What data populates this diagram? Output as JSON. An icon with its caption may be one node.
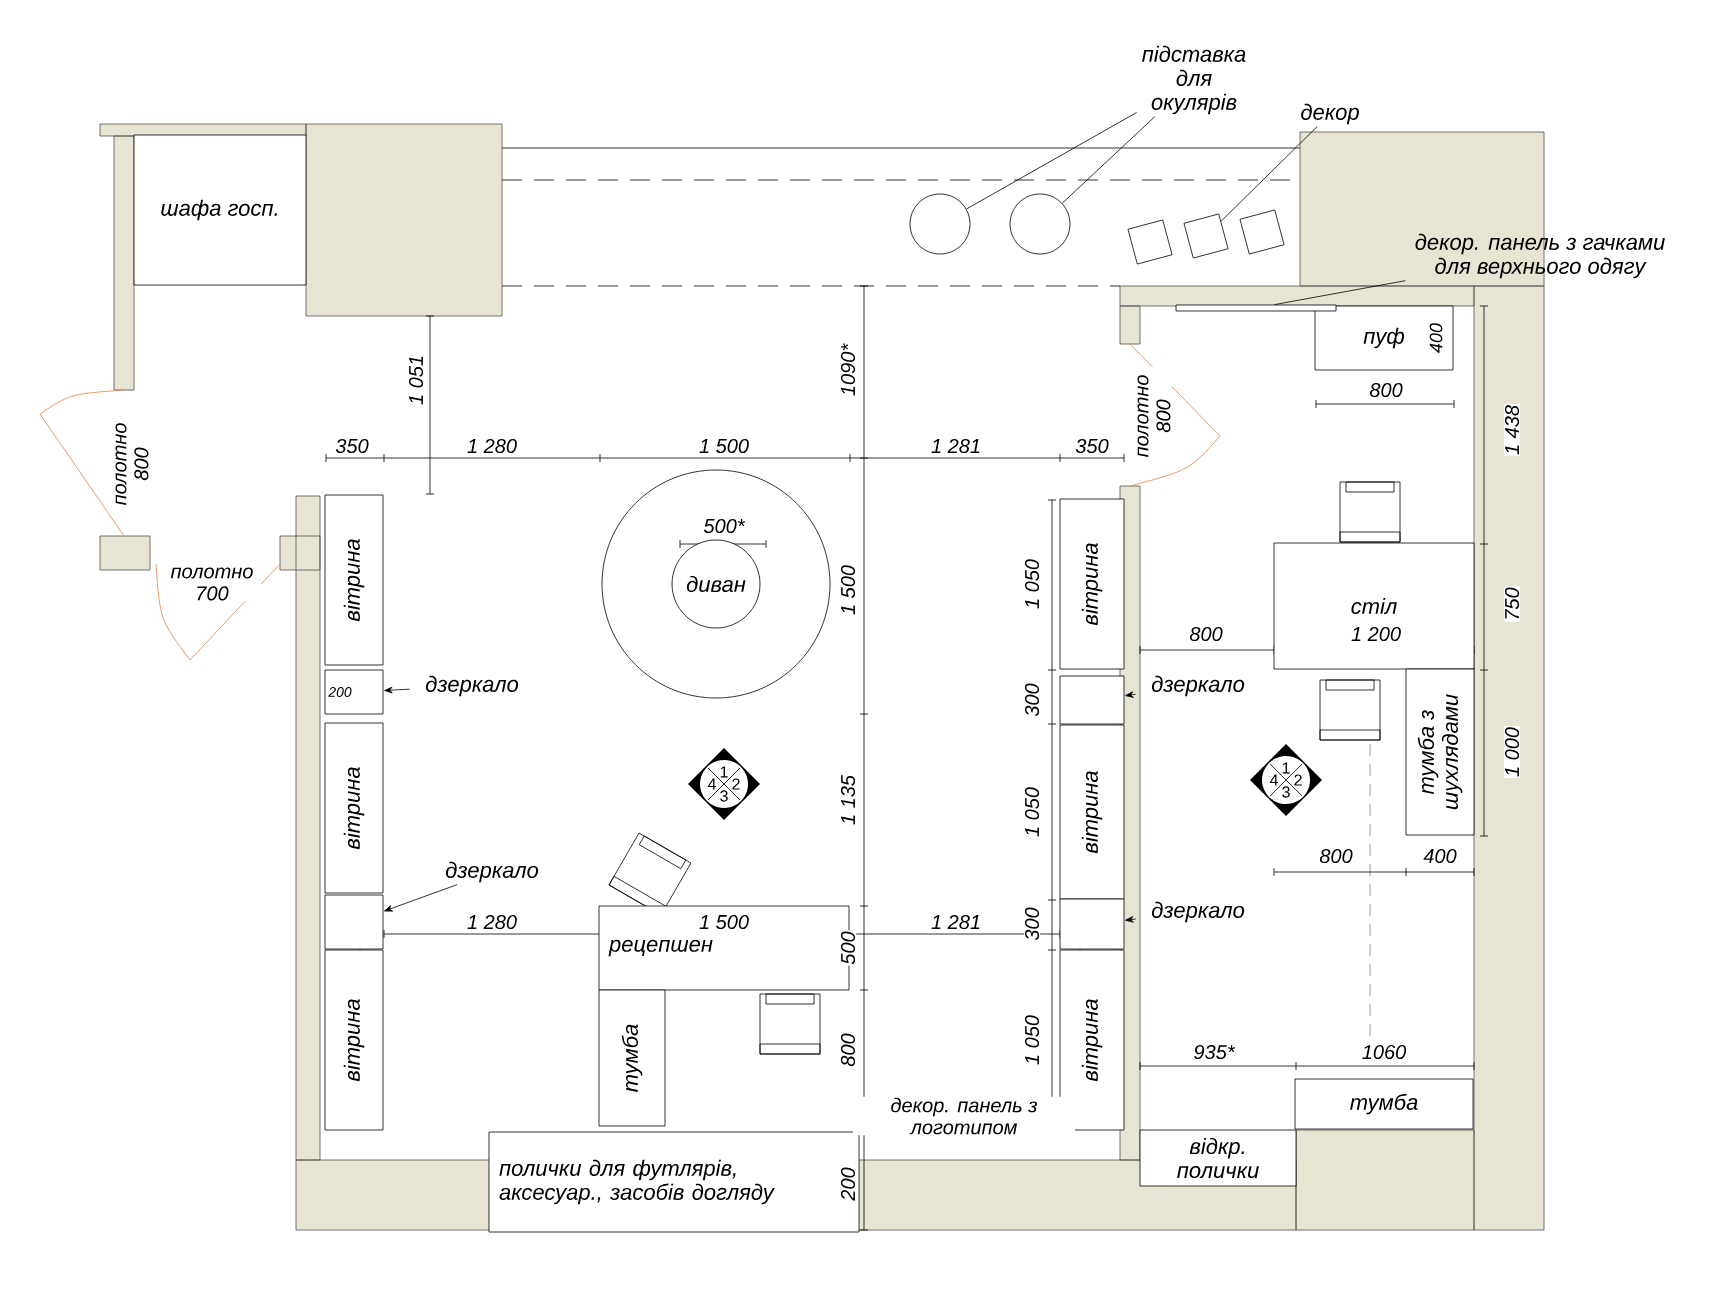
{
  "diagram": {
    "nodes": [
      {
        "text": [
          "шафа госп."
        ]
      },
      {
        "text": [
          "диван"
        ]
      },
      {
        "text": [
          "вітрина"
        ]
      },
      {
        "text": [],
        "shape": "box"
      },
      {
        "text": [
          "вітрина"
        ]
      },
      {
        "text": [],
        "shape": "box"
      },
      {
        "text": [
          "вітрина"
        ]
      },
      {
        "text": [
          "вітрина"
        ]
      },
      {
        "text": [],
        "shape": "box"
      },
      {
        "text": [
          "вітрина"
        ]
      },
      {
        "text": [],
        "shape": "box"
      },
      {
        "text": [
          "вітрина"
        ]
      },
      {
        "text": [
          "рецепшен"
        ]
      },
      {
        "text": [
          "тумба"
        ]
      },
      {
        "text": [
          "полички для футлярів, аксесуар., засобів догляду"
        ]
      },
      {
        "text": [
          "відкр. полички"
        ]
      },
      {
        "text": [
          "стіл"
        ]
      },
      {
        "text": [
          "тумба з шухлядами"
        ]
      },
      {
        "text": [
          "пуф"
        ]
      },
      {
        "text": [
          "тумба"
        ]
      },
      {
        "text": [
          "підставка для окулярів"
        ]
      },
      {
        "text": [],
        "shape": "circle"
      },
      {
        "text": [],
        "shape": "circle"
      },
      {
        "text": [
          "декор"
        ]
      },
      {
        "text": [],
        "shape": "box"
      },
      {
        "text": [],
        "shape": "box"
      },
      {
        "text": [],
        "shape": "box"
      },
      {
        "text": [
          "декор. панель з гачками для верхнього одягу"
        ]
      },
      {
        "text": [],
        "shape": "bar"
      },
      {
        "text": [
          "дзеркало"
        ]
      },
      {
        "text": [
          "дзеркало"
        ]
      },
      {
        "text": [
          "дзеркало"
        ]
      },
      {
        "text": [
          "дзеркало"
        ]
      }
    ],
    "edges": [
      {
        "from": 20,
        "to": 21,
        "arrow": "none"
      },
      {
        "from": 20,
        "to": 22,
        "arrow": "none"
      },
      {
        "from": 23,
        "to": 25,
        "arrow": "none"
      },
      {
        "from": 27,
        "to": 28,
        "arrow": "none"
      },
      {
        "from": 29,
        "to": 3,
        "arrow": "to"
      },
      {
        "from": 30,
        "to": 5,
        "arrow": "to"
      },
      {
        "from": 31,
        "to": 8,
        "arrow": "to"
      },
      {
        "from": 32,
        "to": 10,
        "arrow": "to"
      }
    ],
    "labels": [
      "полотно 800",
      "полотно 700",
      "полотно 800",
      "1 051",
      "1090*",
      "350",
      "1 280",
      "1 500",
      "1 281",
      "350",
      "500*",
      "1 500",
      "400",
      "800",
      "1 438",
      "1 050",
      "800",
      "1 200",
      "750",
      "200",
      "300",
      "1 000",
      "1",
      "2",
      "3",
      "4",
      "1",
      "2",
      "3",
      "4",
      "1 135",
      "1 050",
      "800",
      "400",
      "1 280",
      "1 500",
      "1 281",
      "300",
      "500",
      "1 050",
      "800",
      "935*",
      "1060",
      "декор. панель з логотипом",
      "200"
    ]
  }
}
